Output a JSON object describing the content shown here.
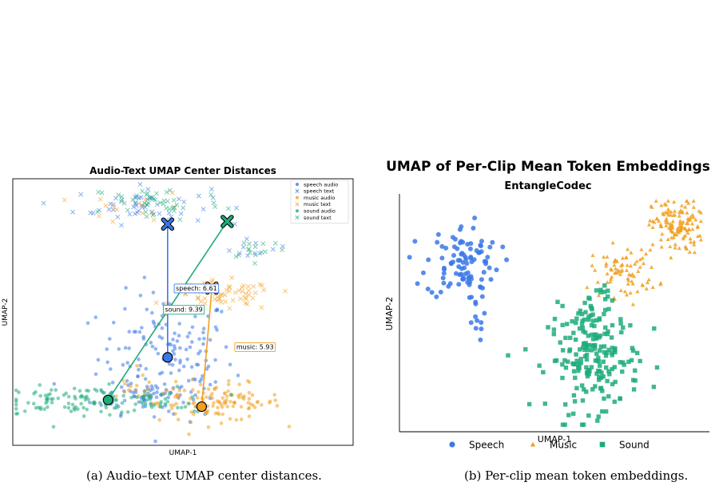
{
  "captions": {
    "a": "(a) Audio–text UMAP center distances.",
    "b": "(b) Per-clip mean token embeddings."
  },
  "chart_data": [
    {
      "type": "scatter",
      "title": "Audio-Text UMAP Center Distances",
      "xlabel": "UMAP-1",
      "ylabel": "UMAP-2",
      "grid": false,
      "axis_ticks": false,
      "legend_position": "top-right",
      "xlim": [
        0,
        10
      ],
      "ylim": [
        0,
        10
      ],
      "series": [
        {
          "name": "speech audio",
          "marker": "circle",
          "color": "#3b78e7",
          "clusters": [
            {
              "cx": 4.5,
              "cy": 3.3,
              "sx": 1.0,
              "sy": 1.2,
              "n": 150
            },
            {
              "cx": 4.0,
              "cy": 1.9,
              "sx": 0.8,
              "sy": 0.35,
              "n": 45
            }
          ]
        },
        {
          "name": "speech text",
          "marker": "x",
          "color": "#3b78e7",
          "clusters": [
            {
              "cx": 3.8,
              "cy": 9.0,
              "sx": 1.0,
              "sy": 0.35,
              "n": 50
            },
            {
              "cx": 7.1,
              "cy": 7.4,
              "sx": 0.5,
              "sy": 0.2,
              "n": 10
            }
          ]
        },
        {
          "name": "music audio",
          "marker": "circle",
          "color": "#f0a020",
          "clusters": [
            {
              "cx": 6.1,
              "cy": 1.6,
              "sx": 0.9,
              "sy": 0.35,
              "n": 110
            },
            {
              "cx": 4.0,
              "cy": 2.0,
              "sx": 0.8,
              "sy": 0.3,
              "n": 25
            }
          ]
        },
        {
          "name": "music text",
          "marker": "x",
          "color": "#f0a020",
          "clusters": [
            {
              "cx": 6.2,
              "cy": 5.6,
              "sx": 0.75,
              "sy": 0.28,
              "n": 65
            },
            {
              "cx": 3.8,
              "cy": 8.9,
              "sx": 0.8,
              "sy": 0.3,
              "n": 15
            }
          ]
        },
        {
          "name": "sound audio",
          "marker": "circle",
          "color": "#1dab7a",
          "clusters": [
            {
              "cx": 2.0,
              "cy": 1.7,
              "sx": 1.4,
              "sy": 0.25,
              "n": 110
            },
            {
              "cx": 4.3,
              "cy": 1.5,
              "sx": 0.6,
              "sy": 0.25,
              "n": 20
            }
          ]
        },
        {
          "name": "sound text",
          "marker": "x",
          "color": "#1dab7a",
          "clusters": [
            {
              "cx": 4.2,
              "cy": 9.1,
              "sx": 1.0,
              "sy": 0.35,
              "n": 45
            },
            {
              "cx": 7.2,
              "cy": 7.4,
              "sx": 0.45,
              "sy": 0.2,
              "n": 15
            }
          ]
        }
      ],
      "centers": [
        {
          "group": "speech",
          "audio": [
            4.55,
            3.3
          ],
          "text": [
            4.55,
            8.3
          ],
          "color": "#3b78e7",
          "label": "speech: 6.61",
          "label_at": [
            4.72,
            5.9
          ]
        },
        {
          "group": "music",
          "audio": [
            5.55,
            1.45
          ],
          "text": [
            5.85,
            5.9
          ],
          "color": "#f0a020",
          "label": "music: 5.93",
          "label_at": [
            6.5,
            3.7
          ]
        },
        {
          "group": "sound",
          "audio": [
            2.8,
            1.7
          ],
          "text": [
            6.3,
            8.4
          ],
          "color": "#1dab7a",
          "label": "sound: 9.39",
          "label_at": [
            4.4,
            5.1
          ]
        }
      ]
    },
    {
      "type": "scatter",
      "title": "UMAP of Per-Clip Mean Token Embeddings",
      "subtitle": "EntangleCodec",
      "xlabel": "UMAP-1",
      "ylabel": "UMAP-2",
      "grid": false,
      "axis_ticks": false,
      "legend_position": "bottom",
      "xlim": [
        0,
        10
      ],
      "ylim": [
        0,
        10
      ],
      "series": [
        {
          "name": "Speech",
          "marker": "circle",
          "color": "#3b78e7",
          "clusters": [
            {
              "cx": 2.0,
              "cy": 7.2,
              "sx": 0.6,
              "sy": 0.8,
              "n": 95
            },
            {
              "cx": 2.4,
              "cy": 4.8,
              "sx": 0.15,
              "sy": 0.5,
              "n": 12
            }
          ]
        },
        {
          "name": "Music",
          "marker": "triangle",
          "color": "#f0a020",
          "clusters": [
            {
              "cx": 9.0,
              "cy": 8.7,
              "sx": 0.4,
              "sy": 0.6,
              "n": 130
            },
            {
              "cx": 7.3,
              "cy": 6.8,
              "sx": 0.55,
              "sy": 0.55,
              "n": 80
            }
          ]
        },
        {
          "name": "Sound",
          "marker": "square",
          "color": "#1dab7a",
          "clusters": [
            {
              "cx": 6.3,
              "cy": 3.0,
              "sx": 0.75,
              "sy": 1.1,
              "n": 190
            },
            {
              "cx": 6.3,
              "cy": 5.3,
              "sx": 0.3,
              "sy": 0.6,
              "n": 25
            }
          ]
        }
      ]
    }
  ]
}
